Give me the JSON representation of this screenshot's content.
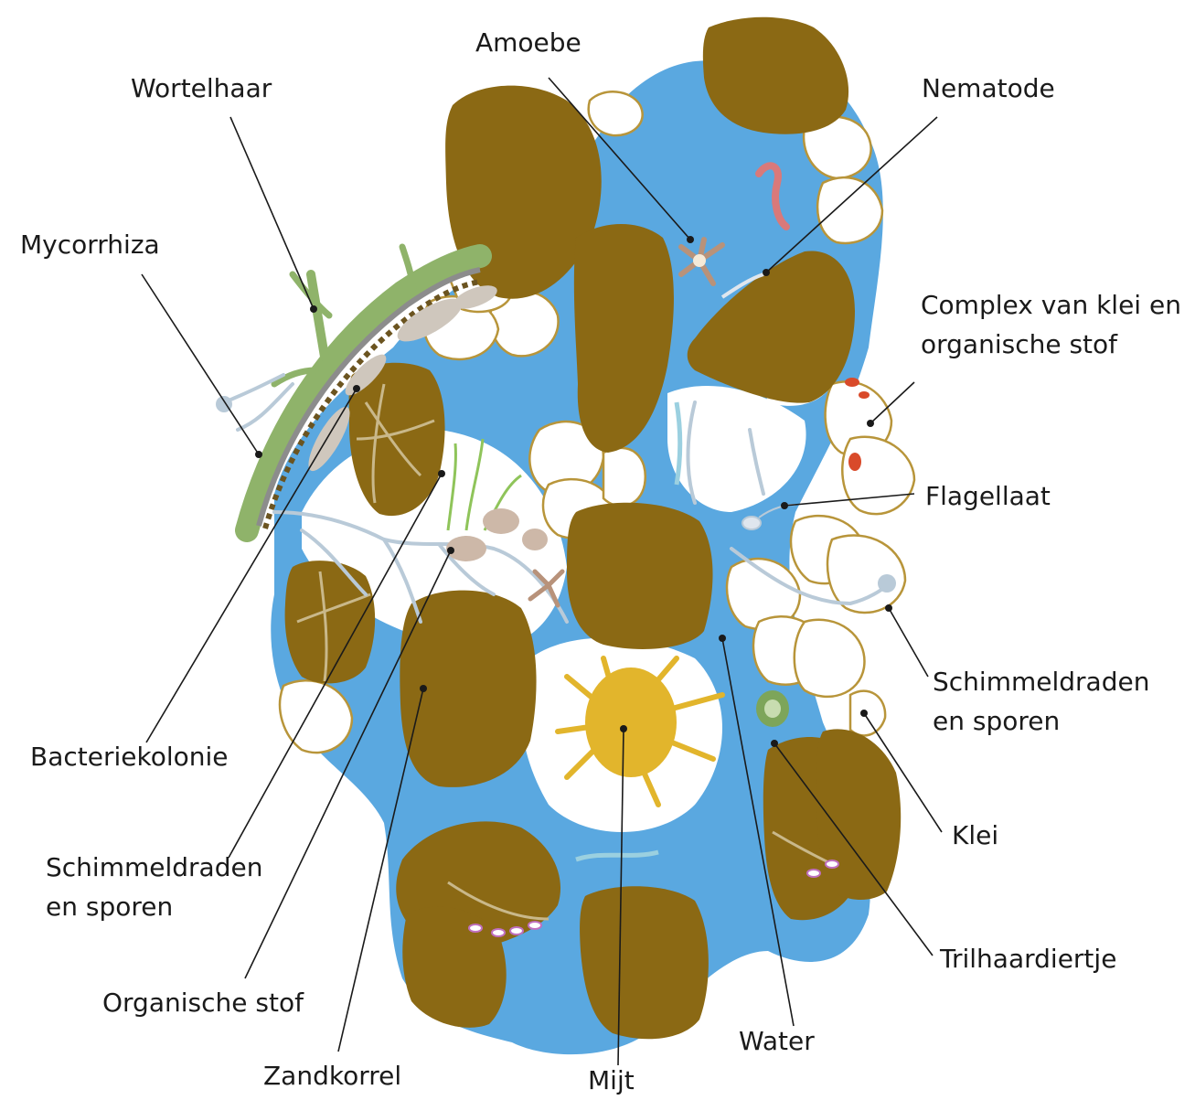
{
  "labels": {
    "amoebe": "Amoebe",
    "wortelhaar": "Wortelhaar",
    "nematode": "Nematode",
    "mycorrhiza": "Mycorrhiza",
    "complex": "Complex van klei en\norganische stof",
    "flagellaat": "Flagellaat",
    "schimmeldraden_right": "Schimmeldraden\nen sporen",
    "bacteriekolonie": "Bacteriekolonie",
    "klei": "Klei",
    "schimmeldraden_left": "Schimmeldraden\nen sporen",
    "trilhaardiertje": "Trilhaardiertje",
    "organische_stof": "Organische stof",
    "water": "Water",
    "zandkorrel": "Zandkorrel",
    "mijt": "Mijt"
  },
  "colors": {
    "sand": "#8b6914",
    "water": "#5aa8e0",
    "clay_outline": "#b8953a",
    "root": "#8fb36a",
    "hyphae": "#b9cad8",
    "mite": "#e2b52c",
    "nematode": "#d9797a",
    "protozoa": "#b8927a",
    "bacteria": "#cdb8a8",
    "complex_red": "#d94a2a",
    "ciliate": "#7da55a"
  }
}
